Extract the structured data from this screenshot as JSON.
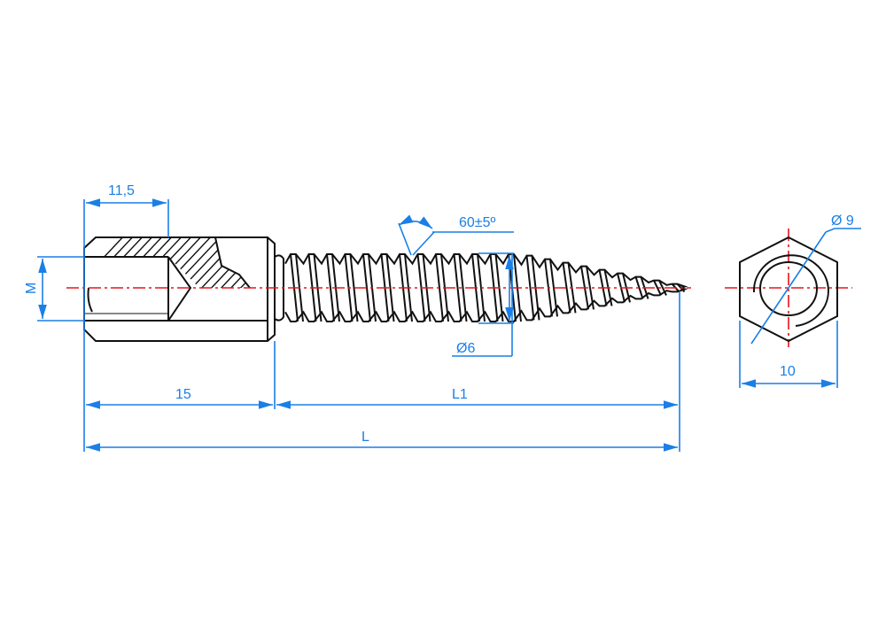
{
  "dimensions": {
    "socket_depth": "11,5",
    "thread_angle": "60±5º",
    "thread_size": "M",
    "shank_diameter": "Ø6",
    "head_length": "15",
    "screw_length": "L1",
    "total_length": "L",
    "hex_bore_diameter": "Ø 9",
    "hex_width": "10"
  },
  "colors": {
    "dimension": "#1a7fe6",
    "centerline": "#e8141a",
    "outline": "#111111"
  }
}
